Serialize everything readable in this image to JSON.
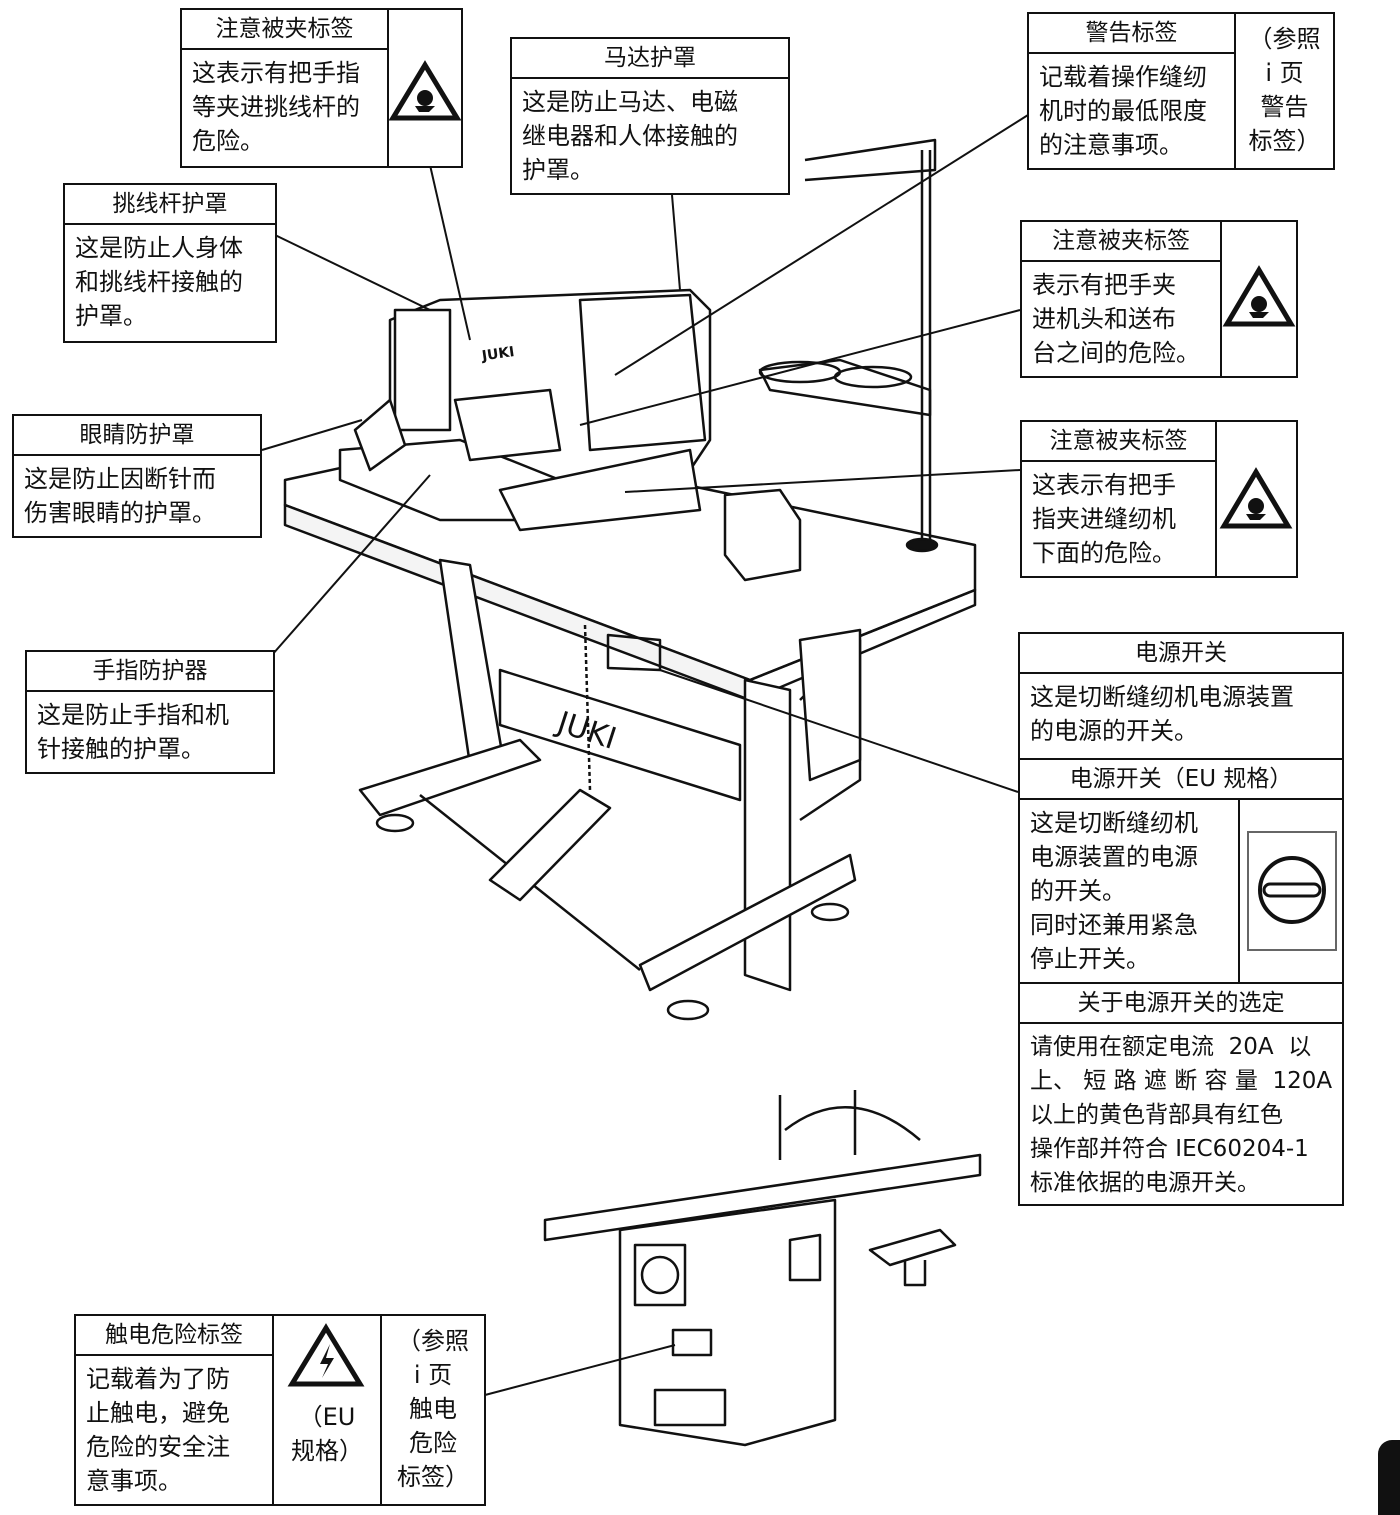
{
  "labels": {
    "caution_takeup": {
      "title": "注意被夹标签",
      "text": "这表示有把手指\n等夹进挑线杆的\n危险。"
    },
    "motor_cover": {
      "title": "马达护罩",
      "text": "这是防止马达、电磁\n继电器和人体接触的\n护罩。"
    },
    "warning_label": {
      "title": "警告标签",
      "text": "记载着操作缝纫\n机时的最低限度\n的注意事项。",
      "ref": "（参照\ni 页\n警告\n标签）"
    },
    "takeup_cover": {
      "title": "挑线杆护罩",
      "text": "这是防止人身体\n和挑线杆接触的\n护罩。"
    },
    "caution_feed": {
      "title": "注意被夹标签",
      "text": "表示有把手夹\n进机头和送布\n台之间的危险。"
    },
    "eye_guard": {
      "title": "眼睛防护罩",
      "text": "这是防止因断针而\n伤害眼睛的护罩。"
    },
    "caution_under": {
      "title": "注意被夹标签",
      "text": "这表示有把手\n指夹进缝纫机\n下面的危险。"
    },
    "finger_guard": {
      "title": "手指防护器",
      "text": "这是防止手指和机\n针接触的护罩。"
    },
    "power_switch": {
      "title": "电源开关",
      "text": "这是切断缝纫机电源装置\n的电源的开关。"
    },
    "power_switch_eu": {
      "title": "电源开关（EU  规格）",
      "text": "这是切断缝纫机\n电源装置的电源\n的开关。\n同时还兼用紧急\n停止开关。"
    },
    "switch_selection": {
      "title": "关于电源开关的选定",
      "text": "请使用在额定电流  20A  以\n上、 短 路 遮 断 容 量  120A\n以上的黄色背部具有红色\n操作部并符合 IEC60204-1\n标准依据的电源开关。"
    },
    "shock_label": {
      "title": "触电危险标签",
      "text": "记载着为了防\n止触电，避免\n危险的安全注\n意事项。",
      "eu": "（EU\n规格）",
      "ref": "（参照\ni 页\n触电\n危险\n标签）"
    }
  },
  "machine_brand": "JUKI"
}
